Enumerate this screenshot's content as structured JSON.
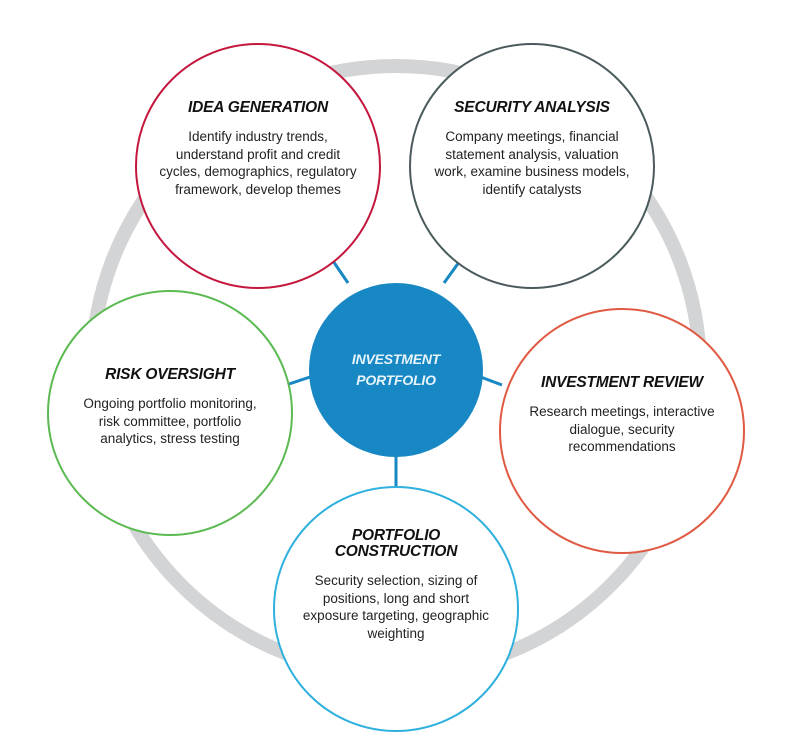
{
  "diagram": {
    "center": {
      "label": "INVESTMENT PORTFOLIO",
      "color": "#1788c3"
    },
    "ring_color": "#d3d4d6",
    "connector_color": "#1788c3",
    "nodes": [
      {
        "title": "IDEA GENERATION",
        "description": "Identify industry trends, understand profit and credit cycles, demographics, regulatory framework, develop themes",
        "color": "#c4173e"
      },
      {
        "title": "SECURITY ANALYSIS",
        "description": "Company meetings, financial statement analysis, valuation work, examine business models, identify catalysts",
        "color": "#4b5a5c"
      },
      {
        "title": "INVESTMENT REVIEW",
        "description": "Research meetings, interactive dialogue, security recommendations",
        "color": "#e05a43"
      },
      {
        "title": "PORTFOLIO CONSTRUCTION",
        "description": "Security selection, sizing of positions, long and short exposure targeting, geographic weighting",
        "color": "#2fb0dd"
      },
      {
        "title": "RISK OVERSIGHT",
        "description": "Ongoing portfolio monitoring, risk committee, portfolio analytics, stress testing",
        "color": "#5cba52"
      }
    ]
  }
}
